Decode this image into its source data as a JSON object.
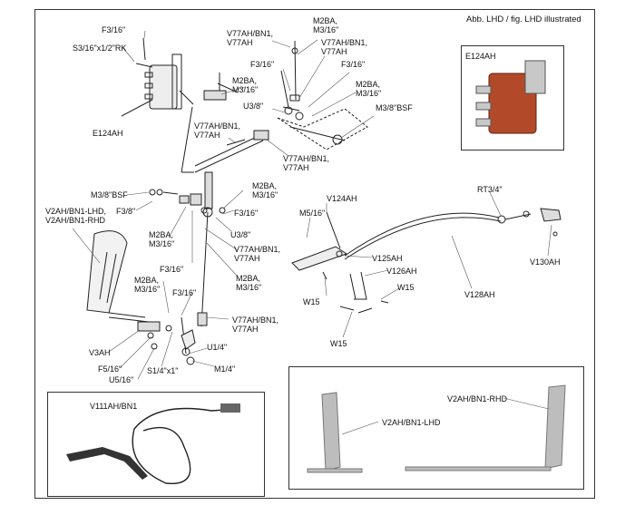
{
  "header_note": "Abb. LHD / fig. LHD illustrated",
  "inset_e124ah": {
    "title": "E124AH"
  },
  "inset_v111": {
    "title": "V111AH/BN1"
  },
  "inset_pedals": {
    "left_label": "V2AH/BN1-LHD",
    "right_label": "V2AH/BN1-RHD"
  },
  "labels": {
    "f3_16_a": "F3/16\"",
    "s3_16_rk": "S3/16\"x1/2\"RK",
    "e124ah": "E124AH",
    "v77_top": "V77AH/BN1,\nV77AH",
    "m2ba_top": "M2BA,\nM3/16\"",
    "v77_top2": "V77AH/BN1,\nV77AH",
    "f3_16_b": "F3/16\"",
    "f3_16_c": "F3/16\"",
    "m2ba_b": "M2BA,\nM3/16\"",
    "m2ba_c": "M2BA,\nM3/16\"",
    "u3_8_a": "U3/8\"",
    "m3_8_bsf_r": "M3/8\"BSF",
    "v77_mid": "V77AH/BN1,\nV77AH",
    "v77_mid2": "V77AH/BN1,\nV77AH",
    "m3_8_bsf_l": "M3/8\"BSF",
    "f3_8": "F3/8\"",
    "m2ba_d": "M2BA,\nM3/16\"",
    "f3_16_d": "F3/16\"",
    "u3_8_b": "U3/8\"",
    "v2ah_lhd_rhd": "V2AH/BN1-LHD,\nV2AH/BN1-RHD",
    "m2ba_e": "M2BA,\nM3/16\"",
    "f3_16_e": "F3/16\"",
    "v77_low": "V77AH/BN1,\nV77AH",
    "m2ba_f": "M2BA,\nM3/16\"",
    "m2ba_g": "M2BA,\nM3/16\"",
    "f3_16_f": "F3/16\"",
    "v77_low2": "V77AH/BN1,\nV77AH",
    "v3ah": "V3AH",
    "f5_16": "F5/16\"",
    "u5_16": "U5/16\"",
    "s1_4": "S1/4\"x1\"",
    "u1_4": "U1/4\"",
    "m1_4": "M1/4\"",
    "v124ah": "V124AH",
    "m5_16": "M5/16\"",
    "v125ah": "V125AH",
    "v126ah": "V126AH",
    "w15_a": "W15",
    "w15_b": "W15",
    "w15_c": "W15",
    "rt3_4": "RT3/4\"",
    "v128ah": "V128AH",
    "v130ah": "V130AH"
  },
  "colors": {
    "line": "#222222",
    "switch_body": "#b24a2a",
    "metal": "#9a9a9a"
  }
}
